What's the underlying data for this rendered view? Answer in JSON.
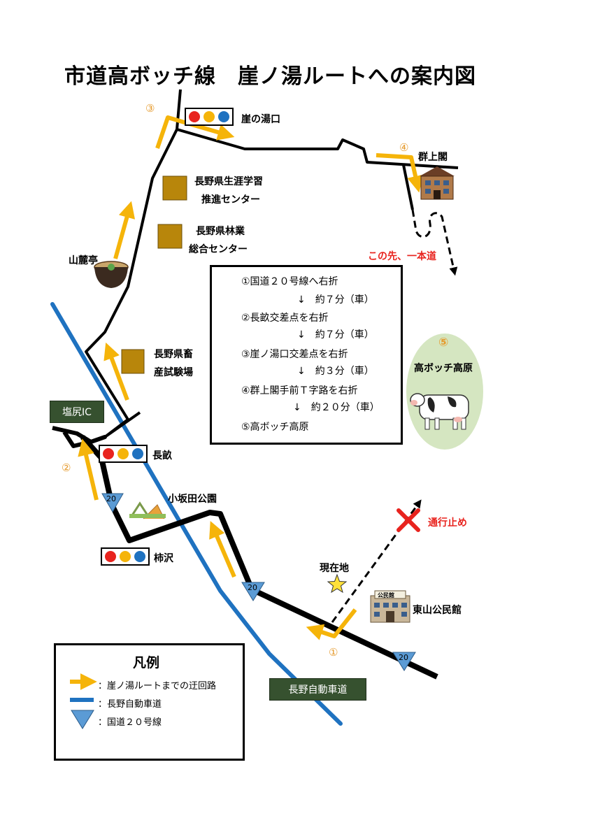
{
  "title": "市道高ボッチ線　崖ノ湯ルートへの案内図",
  "places": {
    "gakenoyu_exit": "崖の湯口",
    "gunjokaku": "群上閣",
    "lifelong_center_1": "長野県生涯学習",
    "lifelong_center_2": "推進センター",
    "forestry_center_1": "長野県林業",
    "forestry_center_2": "総合センター",
    "sanrokutei": "山麓亭",
    "livestock_1": "長野県畜",
    "livestock_2": "産試験場",
    "shiojiri_ic": "塩尻IC",
    "naganoe": "長畝",
    "kosakada_park": "小坂田公園",
    "kakizawa": "柿沢",
    "current_location": "現在地",
    "higashiyama_hall": "東山公民館",
    "nagano_expressway": "長野自動車道",
    "takabotchi": "高ボッチ高原",
    "community_hall_sign": "公民館"
  },
  "notices": {
    "one_way": "この先、一本道",
    "closed": "通行止め"
  },
  "route_numbers": {
    "n1": "①",
    "n2": "②",
    "n3": "③",
    "n4": "④",
    "n5": "⑤"
  },
  "route20_marker": "20",
  "directions": [
    "①国道２０号線へ右折",
    "↓　約７分（車）",
    "②長畝交差点を右折",
    "↓　約７分（車）",
    "③崖ノ湯口交差点を右折",
    "↓　約３分（車）",
    "④群上閣手前Ｔ字路を右折",
    "↓　約２０分（車）",
    "⑤高ボッチ高原"
  ],
  "legend": {
    "title": "凡例",
    "items": [
      "：崖ノ湯ルートまでの迂回路",
      "：長野自動車道",
      "：国道２０号線"
    ]
  },
  "colors": {
    "road": "#000000",
    "expressway": "#1f72c0",
    "detour_arrow": "#f5b40a",
    "route20_marker": "#5b9bd5",
    "signal_red": "#e8231e",
    "signal_yellow": "#f5b40a",
    "signal_blue": "#1f72c0",
    "facility_box": "#b8860b",
    "notice_red": "#e8231e",
    "sign_green": "#36512f",
    "plateau_fill": "#d5e6c1"
  }
}
